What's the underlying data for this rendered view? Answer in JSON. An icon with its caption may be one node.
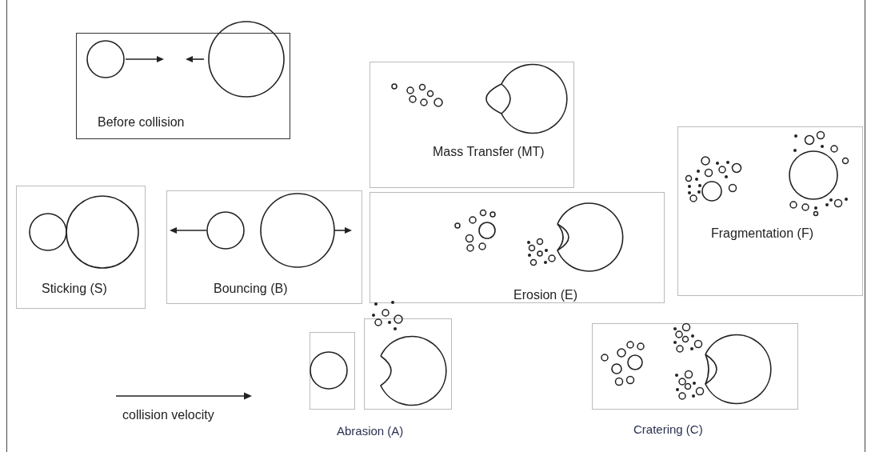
{
  "diagram": {
    "nodes": [
      {
        "text": [
          "Before collision"
        ]
      },
      {
        "text": [
          "Mass Transfer (MT)"
        ]
      },
      {
        "text": [
          "Fragmentation (F)"
        ]
      },
      {
        "text": [
          "Sticking (S)"
        ]
      },
      {
        "text": [
          "Bouncing (B)"
        ]
      },
      {
        "text": [
          "Erosion (E)"
        ]
      },
      {
        "text": [],
        "shape": "box"
      },
      {
        "text": [
          "Abrasion (A)"
        ]
      },
      {
        "text": [
          "Cratering (C)"
        ]
      }
    ],
    "edges": [],
    "labels": [
      "collision velocity"
    ]
  }
}
